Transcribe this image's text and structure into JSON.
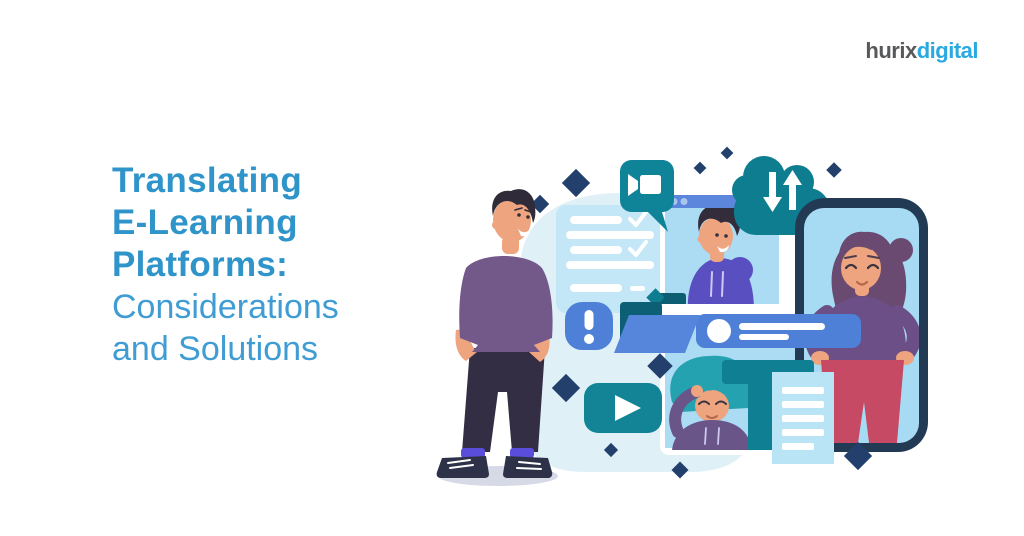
{
  "logo": {
    "part1": "hurix",
    "part2": "digital"
  },
  "title": {
    "bold_lines": [
      "Translating",
      "E-Learning",
      "Platforms:"
    ],
    "regular_lines": [
      "Considerations",
      "and Solutions"
    ]
  },
  "colors": {
    "title_bold_blue": "#2e94ca",
    "title_light_blue": "#3f9dd3",
    "logo_gray": "#58595b",
    "logo_blue": "#29a9e0",
    "teal": "#0f8095",
    "icon_blue": "#4e80d8",
    "navy": "#22406b",
    "screen_light_blue": "#a9dcf4",
    "blob_blue": "#e0f0f7",
    "purple_shirt": "#73588a",
    "indigo_hoodie": "#5a4fc0",
    "crimson_pants": "#c64a63",
    "skin": "#eda47f"
  },
  "illustration_icons": [
    "video-call-bubble",
    "sync-cloud",
    "checklist-card",
    "browser-window",
    "smartphone",
    "search-bar",
    "alert-exclamation",
    "open-folder",
    "play-button",
    "translated-document"
  ]
}
